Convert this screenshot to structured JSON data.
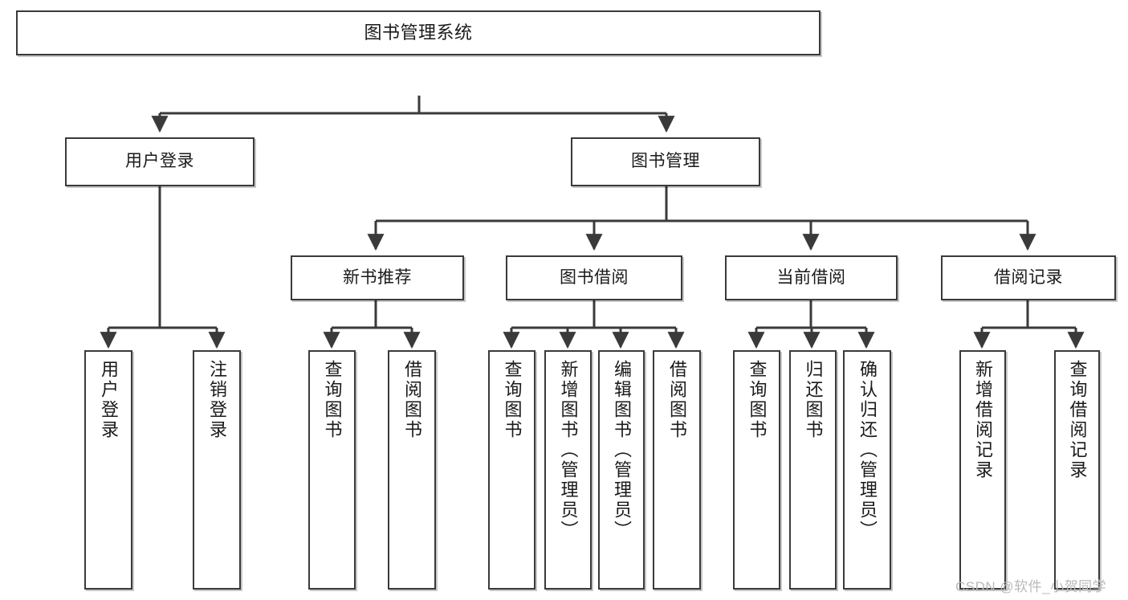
{
  "diagram": {
    "title": "图书管理系统",
    "type": "hierarchy-tree",
    "watermark": "CSDN @软件_小贺同学",
    "colors": {
      "box_border": "#3a3a3a",
      "box_fill": "#ffffff",
      "edge": "#3a3a3a",
      "text": "#1a1a1a",
      "watermark": "#b9b9b9"
    },
    "levels": [
      {
        "level": 1,
        "nodes": [
          {
            "id": "root",
            "label": "图书管理系统",
            "orientation": "horizontal"
          }
        ]
      },
      {
        "level": 2,
        "nodes": [
          {
            "id": "user-login",
            "label": "用户登录",
            "orientation": "horizontal",
            "parent": "root"
          },
          {
            "id": "book-manage",
            "label": "图书管理",
            "orientation": "horizontal",
            "parent": "root"
          }
        ]
      },
      {
        "level": 3,
        "nodes": [
          {
            "id": "new-book-rec",
            "label": "新书推荐",
            "orientation": "horizontal",
            "parent": "book-manage"
          },
          {
            "id": "book-borrow",
            "label": "图书借阅",
            "orientation": "horizontal",
            "parent": "book-manage"
          },
          {
            "id": "current-borrow",
            "label": "当前借阅",
            "orientation": "horizontal",
            "parent": "book-manage"
          },
          {
            "id": "borrow-record",
            "label": "借阅记录",
            "orientation": "horizontal",
            "parent": "book-manage"
          }
        ]
      },
      {
        "level": 4,
        "nodes": [
          {
            "id": "leaf-user-login",
            "label": "用户登录",
            "orientation": "vertical",
            "parent": "user-login"
          },
          {
            "id": "leaf-logout-login",
            "label": "注销登录",
            "orientation": "vertical",
            "parent": "user-login"
          },
          {
            "id": "leaf-query-book-1",
            "label": "查询图书",
            "orientation": "vertical",
            "parent": "new-book-rec"
          },
          {
            "id": "leaf-borrow-book-1",
            "label": "借阅图书",
            "orientation": "vertical",
            "parent": "new-book-rec"
          },
          {
            "id": "leaf-query-book-2",
            "label": "查询图书",
            "orientation": "vertical",
            "parent": "book-borrow"
          },
          {
            "id": "leaf-add-book",
            "label": "新增图书（管理员）",
            "orientation": "vertical",
            "parent": "book-borrow"
          },
          {
            "id": "leaf-edit-book",
            "label": "编辑图书（管理员）",
            "orientation": "vertical",
            "parent": "book-borrow"
          },
          {
            "id": "leaf-borrow-book-2",
            "label": "借阅图书",
            "orientation": "vertical",
            "parent": "book-borrow"
          },
          {
            "id": "leaf-query-book-3",
            "label": "查询图书",
            "orientation": "vertical",
            "parent": "current-borrow"
          },
          {
            "id": "leaf-return-book",
            "label": "归还图书",
            "orientation": "vertical",
            "parent": "current-borrow"
          },
          {
            "id": "leaf-confirm-return",
            "label": "确认归还（管理员）",
            "orientation": "vertical",
            "parent": "current-borrow"
          },
          {
            "id": "leaf-add-record",
            "label": "新增借阅记录",
            "orientation": "vertical",
            "parent": "borrow-record"
          },
          {
            "id": "leaf-query-record",
            "label": "查询借阅记录",
            "orientation": "vertical",
            "parent": "borrow-record"
          }
        ]
      }
    ]
  }
}
